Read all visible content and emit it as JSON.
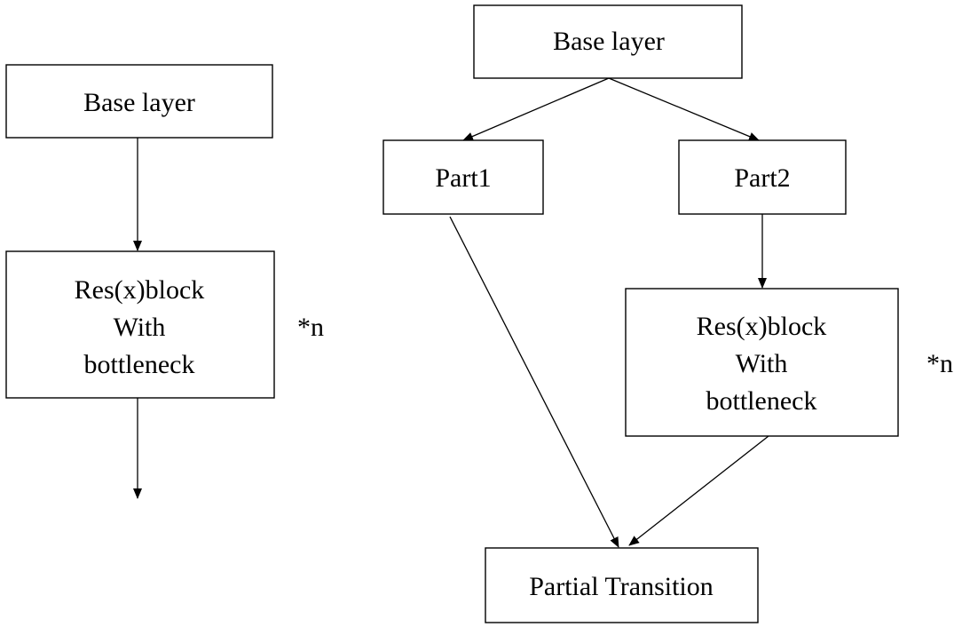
{
  "diagram": {
    "left": {
      "base_layer": "Base layer",
      "resblock_lines": [
        "Res(x)block",
        "With",
        "bottleneck"
      ],
      "repeat_label": "*n"
    },
    "right": {
      "base_layer": "Base layer",
      "part1": "Part1",
      "part2": "Part2",
      "resblock_lines": [
        "Res(x)block",
        "With",
        "bottleneck"
      ],
      "repeat_label": "*n",
      "partial_transition": "Partial Transition"
    }
  }
}
